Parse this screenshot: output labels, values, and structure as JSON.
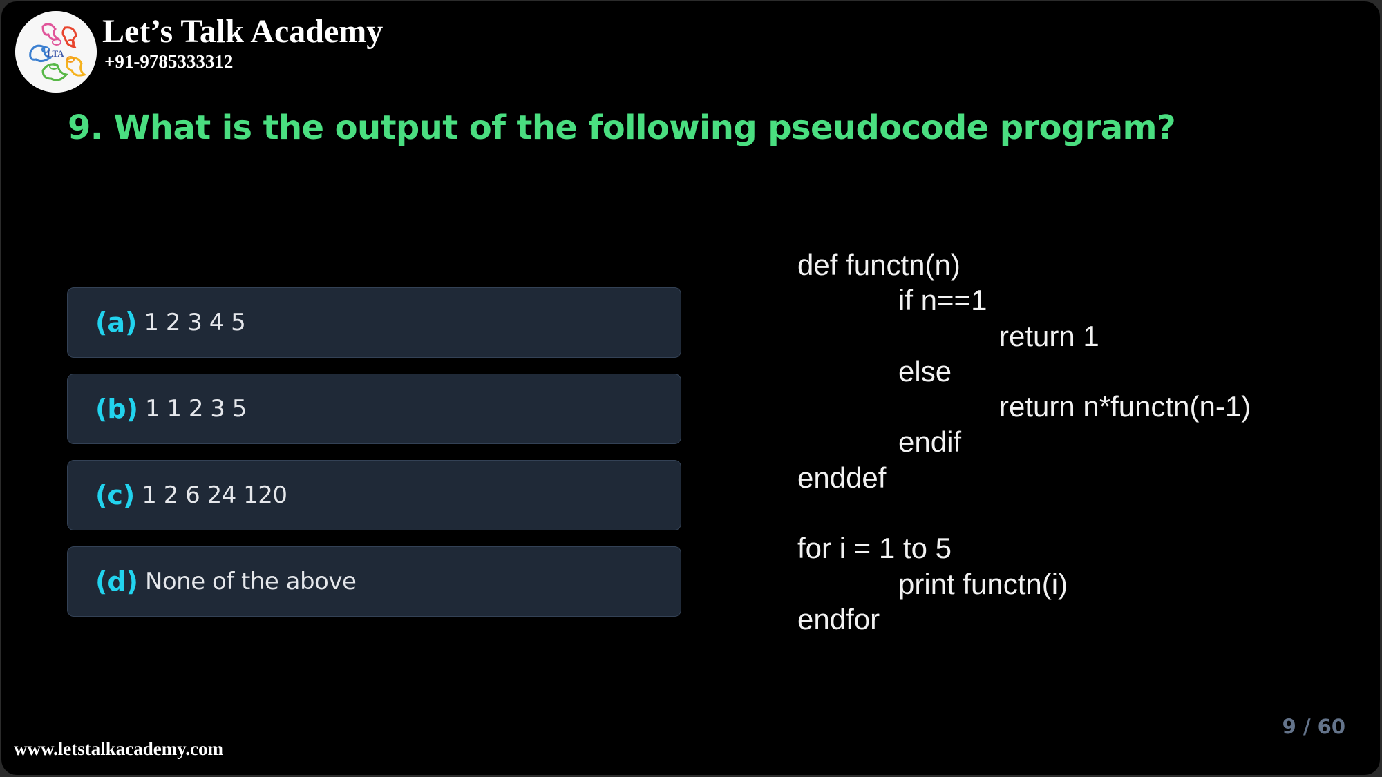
{
  "header": {
    "brand_name": "Let’s Talk Academy",
    "phone": "+91-9785333312",
    "logo_text": "LTA",
    "logo_icon": "protein-ribbon-logo"
  },
  "question": {
    "number": "9.",
    "text": "9. What is the output of the following pseudocode program?",
    "color": "#4ade80"
  },
  "options": [
    {
      "letter": "(a)",
      "text": "1 2 3 4 5"
    },
    {
      "letter": "(b)",
      "text": "1 1 2 3 5"
    },
    {
      "letter": "(c)",
      "text": "1 2 6 24 120"
    },
    {
      "letter": "(d)",
      "text": "None of the above"
    }
  ],
  "option_style": {
    "letter_color": "#22d3ee",
    "card_bg": "#1f2937",
    "text_color": "#e5e7eb"
  },
  "code": {
    "lines": [
      {
        "indent": 0,
        "text": "def functn(n)"
      },
      {
        "indent": 1,
        "text": "if n==1"
      },
      {
        "indent": 2,
        "text": "return 1"
      },
      {
        "indent": 1,
        "text": "else"
      },
      {
        "indent": 2,
        "text": "return n*functn(n-1)"
      },
      {
        "indent": 1,
        "text": "endif"
      },
      {
        "indent": 0,
        "text": "enddef"
      },
      {
        "indent": 0,
        "text": ""
      },
      {
        "indent": 0,
        "text": "for i = 1 to 5"
      },
      {
        "indent": 1,
        "text": "print functn(i)"
      },
      {
        "indent": 0,
        "text": "endfor"
      }
    ]
  },
  "footer": {
    "page_counter": "9 / 60",
    "current_page": 9,
    "total_pages": 60,
    "website": "www.letstalkacademy.com"
  }
}
